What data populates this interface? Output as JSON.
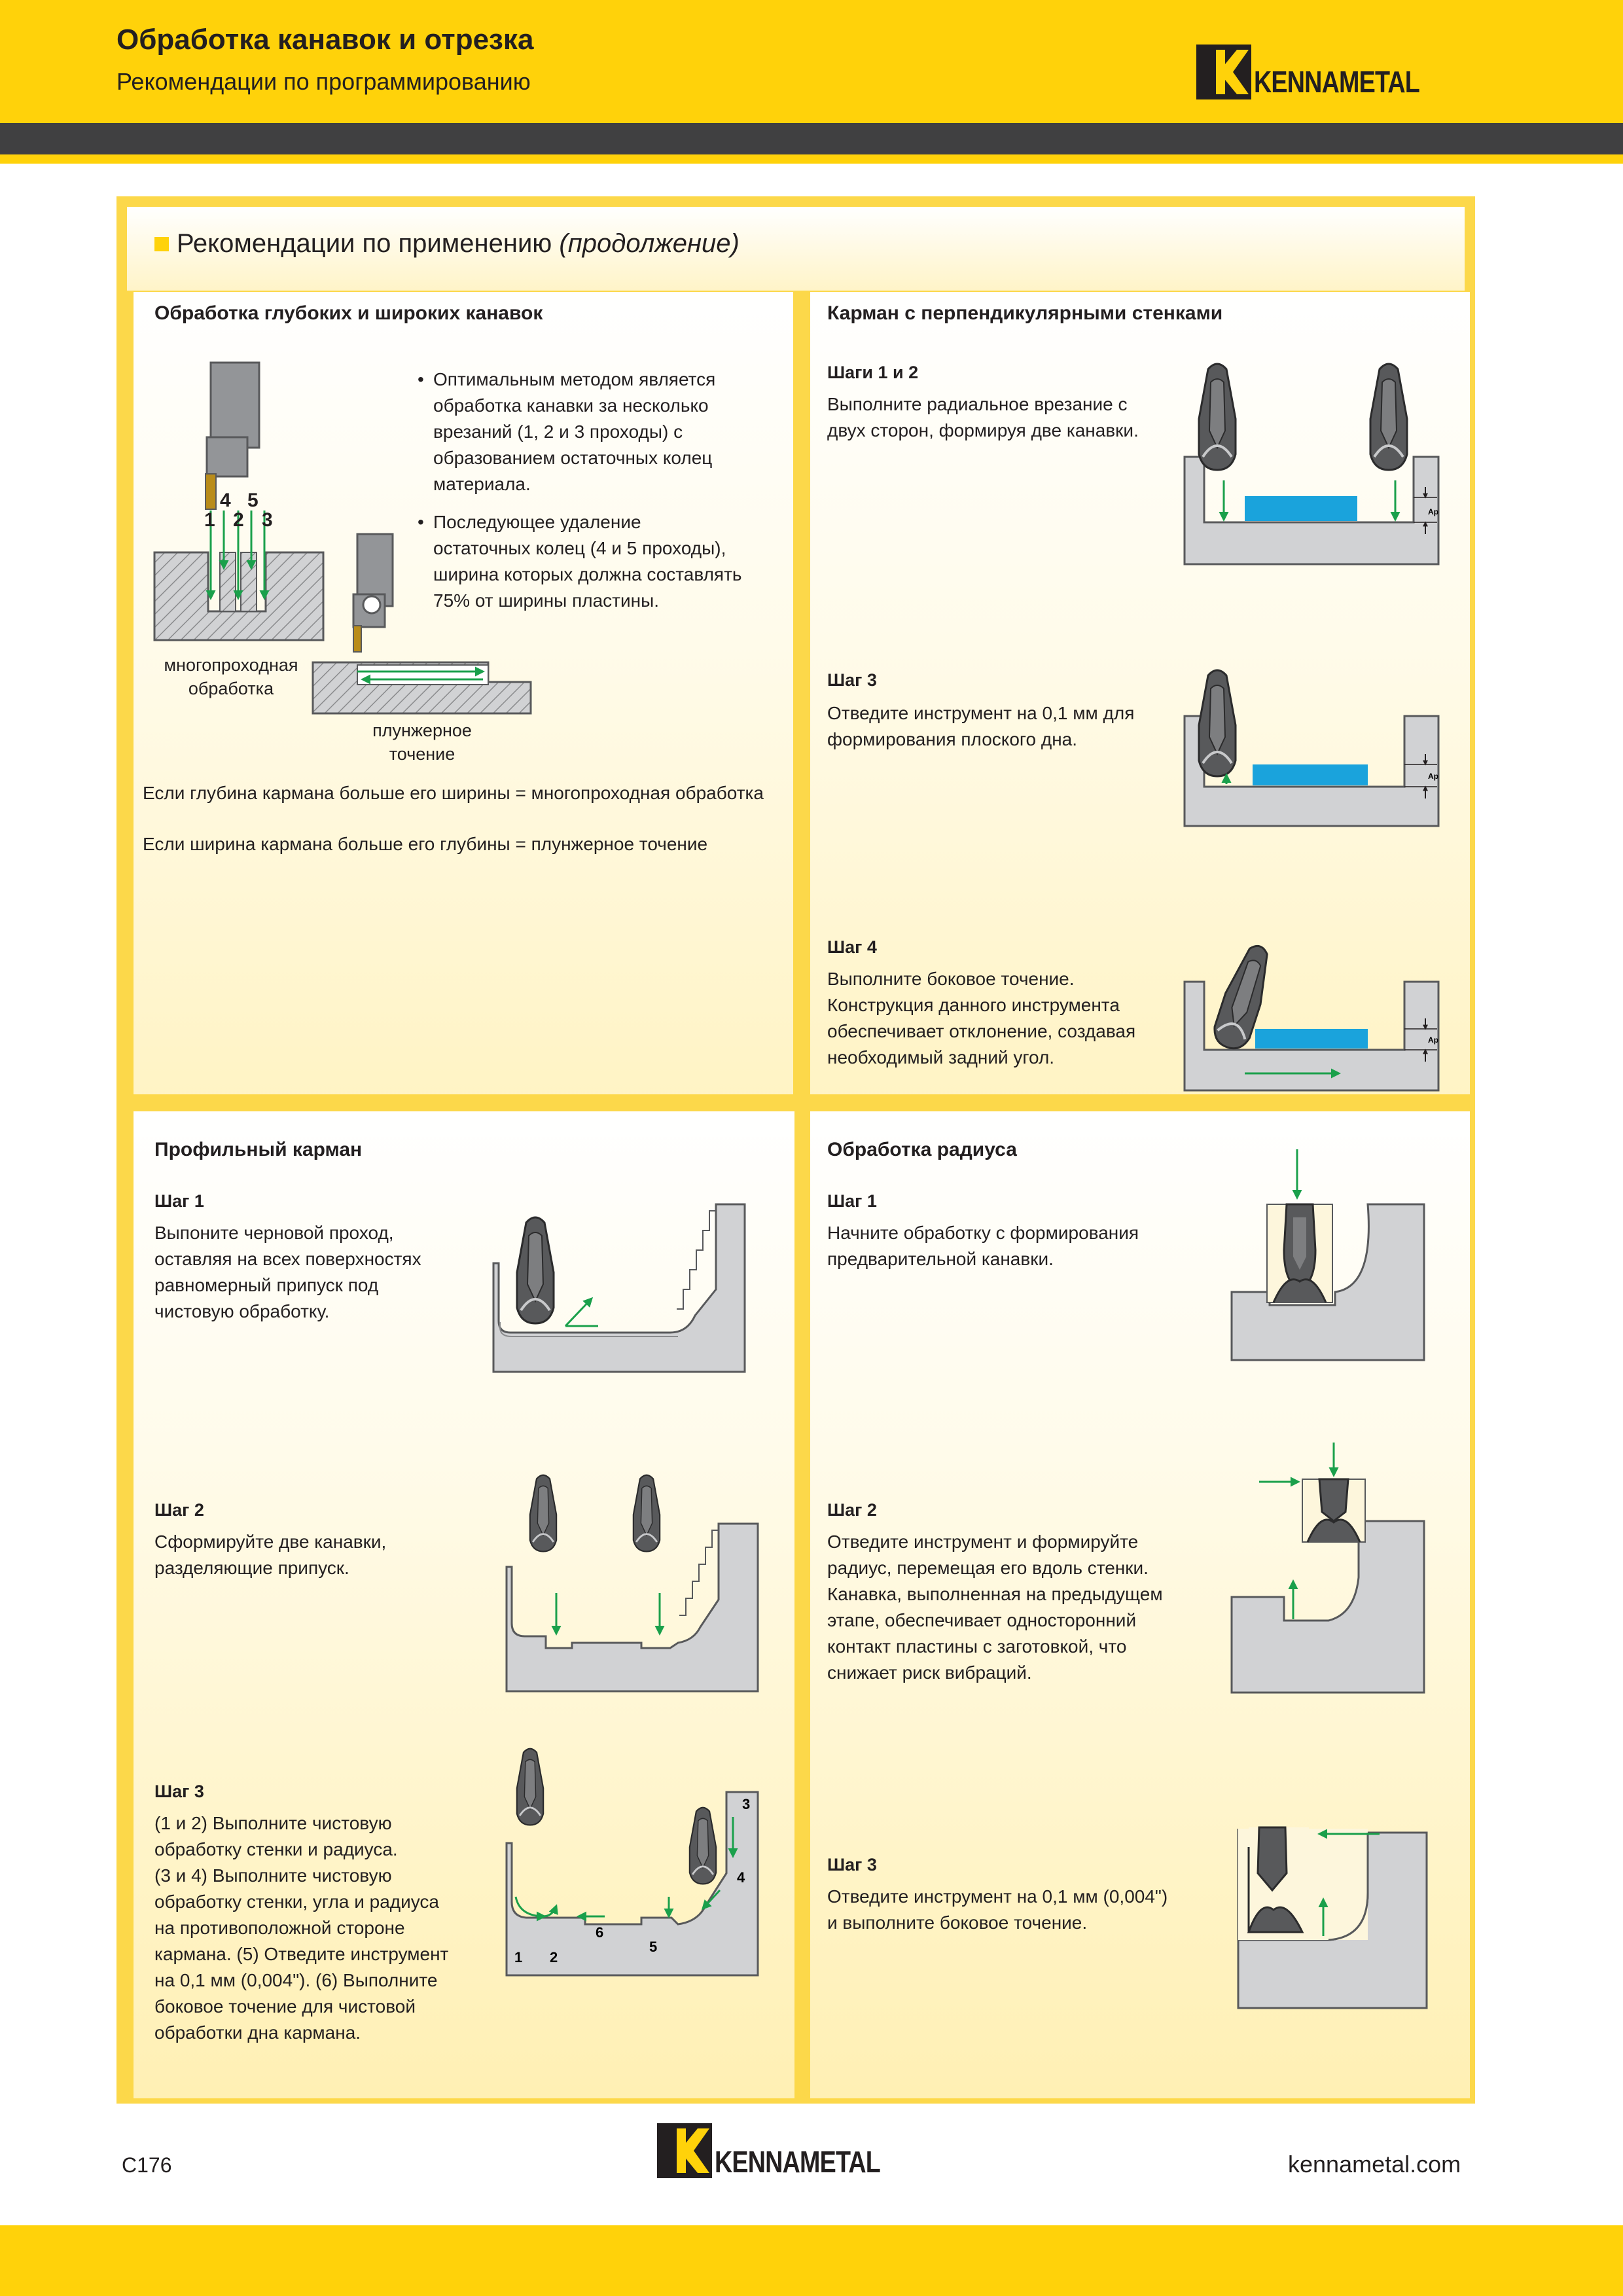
{
  "header": {
    "title": "Обработка канавок и отрезка",
    "subtitle": "Рекомендации по программированию",
    "logo_text": "KENNAMETAL"
  },
  "section_title": {
    "main": "Рекомендации по применению",
    "suffix": "(продолжение)"
  },
  "deep_grooves": {
    "title": "Обработка глубоких и широких канавок",
    "bullets": [
      [
        "Оптимальным методом является",
        "обработка канавки за несколько",
        "врезаний (1, 2 и 3 проходы) с",
        "образованием остаточных колец",
        "материала."
      ],
      [
        "Последующее удаление",
        "остаточных колец (4 и 5 проходы),",
        "ширина которых должна составлять",
        "75% от ширины пластины."
      ]
    ],
    "pass_labels": [
      "1",
      "4",
      "2",
      "5",
      "3"
    ],
    "caption_multipass": [
      "многопроходная",
      "обработка"
    ],
    "caption_plunge": [
      "плунжерное",
      "точение"
    ],
    "rule_depth": "Если глубина кармана больше его ширины = многопроходная обработка",
    "rule_width": "Если ширина кармана больше его глубины = плунжерное точение"
  },
  "perp_pocket": {
    "title": "Карман с перпендикулярными стенками",
    "steps": [
      {
        "heading": "Шаги 1 и 2",
        "lines": [
          "Выполните радиальное врезание с",
          "двух сторон, формируя две канавки."
        ]
      },
      {
        "heading": "Шаг 3",
        "lines": [
          "Отведите инструмент на 0,1 мм для",
          "формирования плоского дна."
        ]
      },
      {
        "heading": "Шаг 4",
        "lines": [
          "Выполните боковое точение.",
          "Конструкция данного инструмента",
          "обеспечивает отклонение, создавая",
          "необходимый задний угол."
        ]
      }
    ],
    "dim_label": "Ap"
  },
  "profile_pocket": {
    "title": "Профильный карман",
    "steps": [
      {
        "heading": "Шаг 1",
        "lines": [
          "Выпоните черновой проход,",
          "оставляя на всех поверхностях",
          "равномерный припуск под",
          "чистовую обработку."
        ]
      },
      {
        "heading": "Шаг 2",
        "lines": [
          "Сформируйте две канавки,",
          "разделяющие припуск."
        ]
      },
      {
        "heading": "Шаг 3",
        "lines": [
          "(1 и 2) Выполните чистовую",
          "обработку стенки и радиуса.",
          "(3 и 4) Выполните чистовую",
          "обработку стенки, угла и радиуса",
          "на противоположной стороне",
          "кармана. (5) Отведите инструмент",
          "на 0,1 мм (0,004\"). (6) Выполните",
          "боковое точение для чистовой",
          "обработки дна кармана."
        ]
      }
    ],
    "step3_labels": [
      "1",
      "2",
      "6",
      "5",
      "4",
      "3"
    ]
  },
  "radius": {
    "title": "Обработка радиуса",
    "steps": [
      {
        "heading": "Шаг 1",
        "lines": [
          "Начните обработку с формирования",
          "предварительной канавки."
        ]
      },
      {
        "heading": "Шаг 2",
        "lines": [
          "Отведите инструмент и формируйте",
          "радиус, перемещая его вдоль стенки.",
          "Канавка, выполненная на предыдущем",
          "этапе, обеспечивает односторонний",
          "контакт пластины с заготовкой, что",
          "снижает риск вибраций."
        ]
      },
      {
        "heading": "Шаг 3",
        "lines": [
          "Отведите инструмент на 0,1 мм (0,004\")",
          "и выполните боковое точение."
        ]
      }
    ]
  },
  "footer": {
    "page": "C176",
    "site": "kennametal.com",
    "logo_text": "KENNAMETAL"
  },
  "colors": {
    "brand_yellow": "#ffd20a",
    "band_grey": "#404041",
    "frame_yellow": "#fcd84a",
    "workpiece_grey": "#d1d2d4",
    "insert_dark": "#58595b",
    "remnant_blue": "#1aa3dc",
    "path_green": "#1aa04b"
  }
}
